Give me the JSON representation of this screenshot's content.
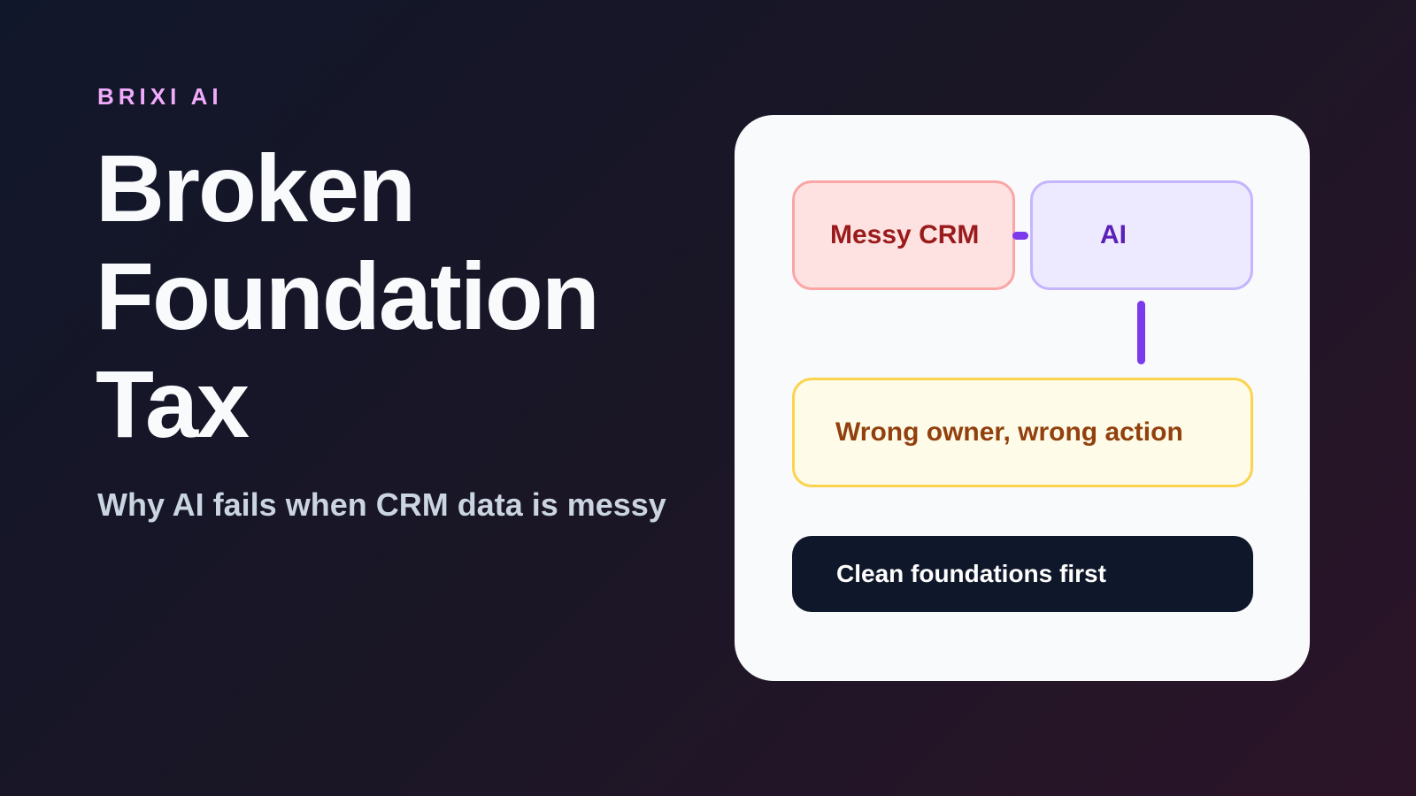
{
  "brand": "BRIXI AI",
  "title_lines": [
    "Broken",
    "Foundation",
    "Tax"
  ],
  "subtitle": "Why AI fails when CRM data is messy",
  "diagram": {
    "nodes": {
      "messy_crm": "Messy CRM",
      "ai": "AI",
      "wrong_outcome": "Wrong owner, wrong action",
      "clean_first": "Clean foundations first"
    }
  },
  "colors": {
    "accent": "#7c3aed",
    "brand_text": "#f0abfc",
    "crm_fill": "#fee2e2",
    "crm_border": "#fca5a5",
    "ai_fill": "#ede9fe",
    "ai_border": "#c4b5fd",
    "warning_fill": "#fefce8",
    "warning_border": "#fcd34d",
    "dark_block": "#0f172a"
  }
}
